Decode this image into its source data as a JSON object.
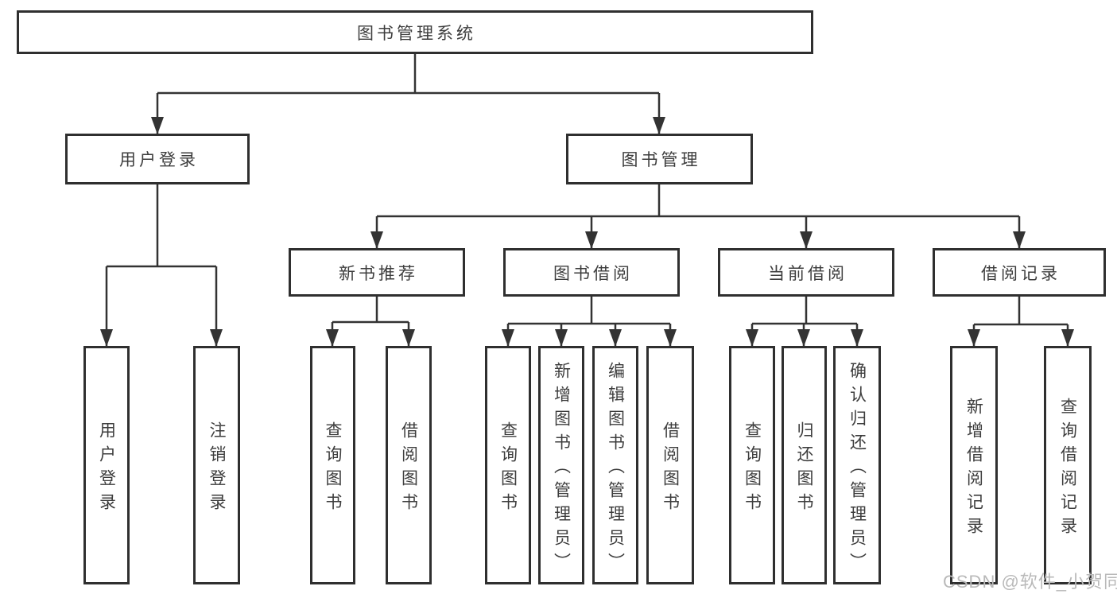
{
  "diagram": {
    "watermark": "CSDN @软件_小贺同学",
    "colors": {
      "line": "#333333",
      "border": "#2f2f2f",
      "text": "#3d3d3d",
      "watermark": "#b9b9b9",
      "background": "#ffffff"
    },
    "tree": {
      "label": "图书管理系统",
      "children": [
        {
          "label": "用户登录",
          "children": [
            {
              "label": "用户登录"
            },
            {
              "label": "注销登录"
            }
          ]
        },
        {
          "label": "图书管理",
          "children": [
            {
              "label": "新书推荐",
              "children": [
                {
                  "label": "查询图书"
                },
                {
                  "label": "借阅图书"
                }
              ]
            },
            {
              "label": "图书借阅",
              "children": [
                {
                  "label": "查询图书"
                },
                {
                  "label": "新增图书（管理员）"
                },
                {
                  "label": "编辑图书（管理员）"
                },
                {
                  "label": "借阅图书"
                }
              ]
            },
            {
              "label": "当前借阅",
              "children": [
                {
                  "label": "查询图书"
                },
                {
                  "label": "归还图书"
                },
                {
                  "label": "确认归还（管理员）"
                }
              ]
            },
            {
              "label": "借阅记录",
              "children": [
                {
                  "label": "新增借阅记录"
                },
                {
                  "label": "查询借阅记录"
                }
              ]
            }
          ]
        }
      ]
    }
  }
}
